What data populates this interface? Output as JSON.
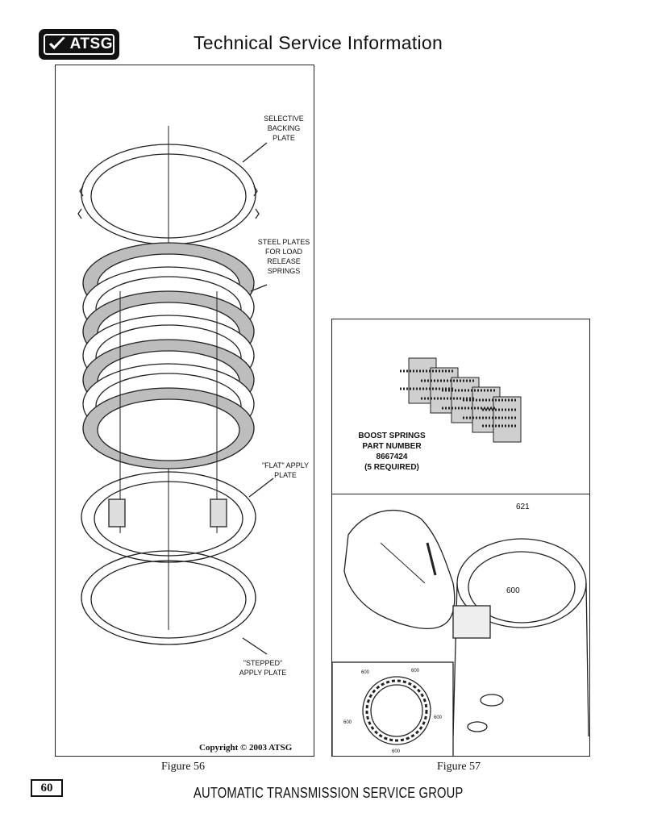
{
  "header": {
    "logo_text": "ATSG",
    "title": "Technical Service Information"
  },
  "figure56": {
    "labels": {
      "selective_backing_plate": "SELECTIVE\nBACKING\nPLATE",
      "steel_plates": "STEEL PLATES\nFOR LOAD\nRELEASE\nSPRINGS",
      "flat_apply_plate": "\"FLAT\" APPLY\nPLATE",
      "stepped_apply_plate": "\"STEPPED\"\nAPPLY PLATE"
    },
    "copyright": "Copyright © 2003 ATSG",
    "caption": "Figure 56"
  },
  "figure57": {
    "boost_springs": "BOOST SPRINGS\nPART NUMBER\n8667424\n(5 REQUIRED)",
    "callouts": {
      "c621": "621",
      "c600": "600",
      "inset": [
        "600",
        "600",
        "600",
        "600",
        "600"
      ]
    },
    "caption": "Figure 57"
  },
  "footer": {
    "page_number": "60",
    "group_name": "AUTOMATIC TRANSMISSION SERVICE GROUP"
  }
}
